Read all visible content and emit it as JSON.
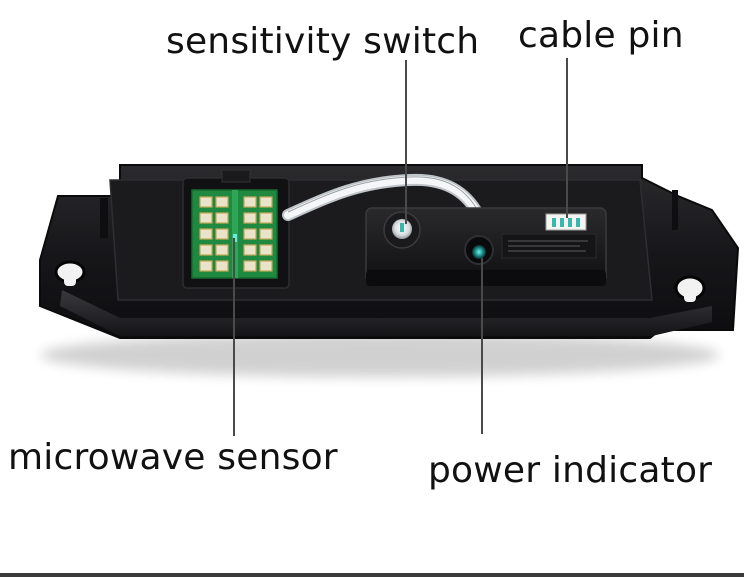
{
  "labels": {
    "sensitivity_switch": "sensitivity switch",
    "cable_pin": "cable pin",
    "microwave_sensor": "microwave sensor",
    "power_indicator": "power indicator"
  },
  "colors": {
    "background": "#ffffff",
    "housing": "#1c1c1e",
    "pcb": "#1f8a3f",
    "indicator_teal": "#2bb8b0",
    "leader_line": "#4a4a4a"
  },
  "icons": [
    "mounting-hole-icon",
    "led-icon",
    "dial-icon"
  ]
}
